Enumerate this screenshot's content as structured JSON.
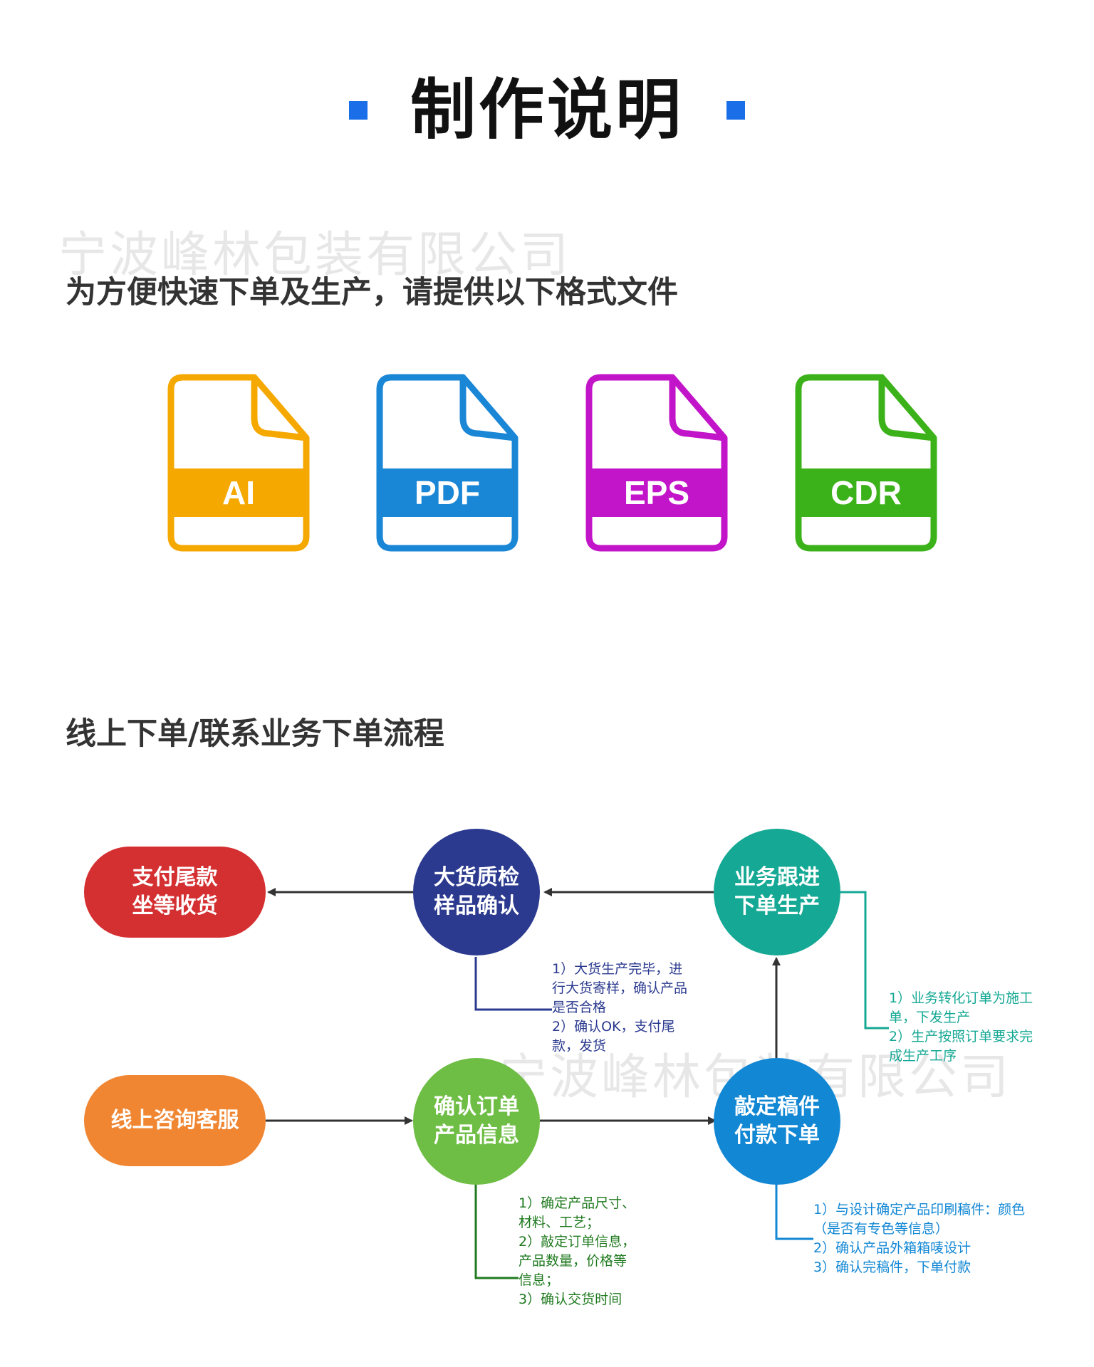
{
  "title": {
    "text": "制作说明",
    "marker_color": "#1a6fe8"
  },
  "watermark": "宁波峰林包装有限公司",
  "file_section": {
    "heading": "为方便快速下单及生产，请提供以下格式文件",
    "files": [
      {
        "label": "AI",
        "color": "#f5a800",
        "icon": "ai-file-icon"
      },
      {
        "label": "PDF",
        "color": "#1a86d6",
        "icon": "pdf-file-icon"
      },
      {
        "label": "EPS",
        "color": "#c214c8",
        "icon": "eps-file-icon"
      },
      {
        "label": "CDR",
        "color": "#3cb21a",
        "icon": "cdr-file-icon"
      }
    ]
  },
  "flow_section": {
    "heading": "线上下单/联系业务下单流程",
    "nodes": {
      "pay_balance": {
        "text": "支付尾款\n坐等收货",
        "color": "#d42f31"
      },
      "quality_check": {
        "text": "大货质检\n样品确认",
        "color": "#2b3a8f"
      },
      "follow_up": {
        "text": "业务跟进\n下单生产",
        "color": "#15a894"
      },
      "consult": {
        "text": "线上咨询客服",
        "color": "#f08632"
      },
      "confirm_order": {
        "text": "确认订单\n产品信息",
        "color": "#6ebd44"
      },
      "finalize": {
        "text": "敲定稿件\n付款下单",
        "color": "#1287d4"
      }
    },
    "notes": {
      "quality_check": {
        "text": "1）大货生产完毕，进\n行大货寄样，确认产品\n是否合格\n2）确认OK，支付尾\n款，发货",
        "color": "#2b3a8f"
      },
      "follow_up": {
        "text": "1）业务转化订单为施工\n单，下发生产\n2）生产按照订单要求完\n成生产工序",
        "color": "#15a894"
      },
      "confirm_order": {
        "text": "1）确定产品尺寸、\n材料、工艺；\n2）敲定订单信息，\n产品数量，价格等\n信息；\n3）确认交货时间",
        "color": "#1f7a1f"
      },
      "finalize": {
        "text": "1）与设计确定产品印刷稿件：颜色\n（是否有专色等信息）\n2）确认产品外箱箱唛设计\n3）确认完稿件，下单付款",
        "color": "#1287d4"
      }
    }
  }
}
